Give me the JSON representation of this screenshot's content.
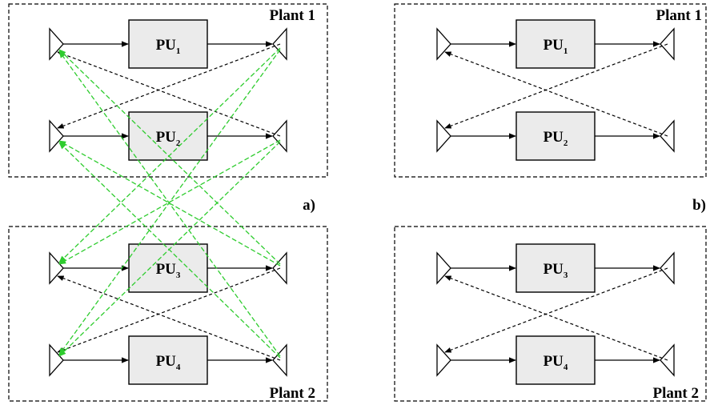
{
  "diagram": {
    "panels": [
      {
        "id": "a",
        "label": "a)",
        "plants": [
          {
            "label": "Plant 1",
            "units": [
              {
                "main": "PU",
                "sub": "1"
              },
              {
                "main": "PU",
                "sub": "2"
              }
            ]
          },
          {
            "label": "Plant 2",
            "units": [
              {
                "main": "PU",
                "sub": "3"
              },
              {
                "main": "PU",
                "sub": "4"
              }
            ]
          }
        ]
      },
      {
        "id": "b",
        "label": "b)",
        "plants": [
          {
            "label": "Plant 1",
            "units": [
              {
                "main": "PU",
                "sub": "1"
              },
              {
                "main": "PU",
                "sub": "2"
              }
            ]
          },
          {
            "label": "Plant 2",
            "units": [
              {
                "main": "PU",
                "sub": "3"
              },
              {
                "main": "PU",
                "sub": "4"
              }
            ]
          }
        ]
      }
    ],
    "colors": {
      "unit_fill": "#ebebeb",
      "black_line": "#000000",
      "green_line": "#2ecc2e"
    }
  }
}
